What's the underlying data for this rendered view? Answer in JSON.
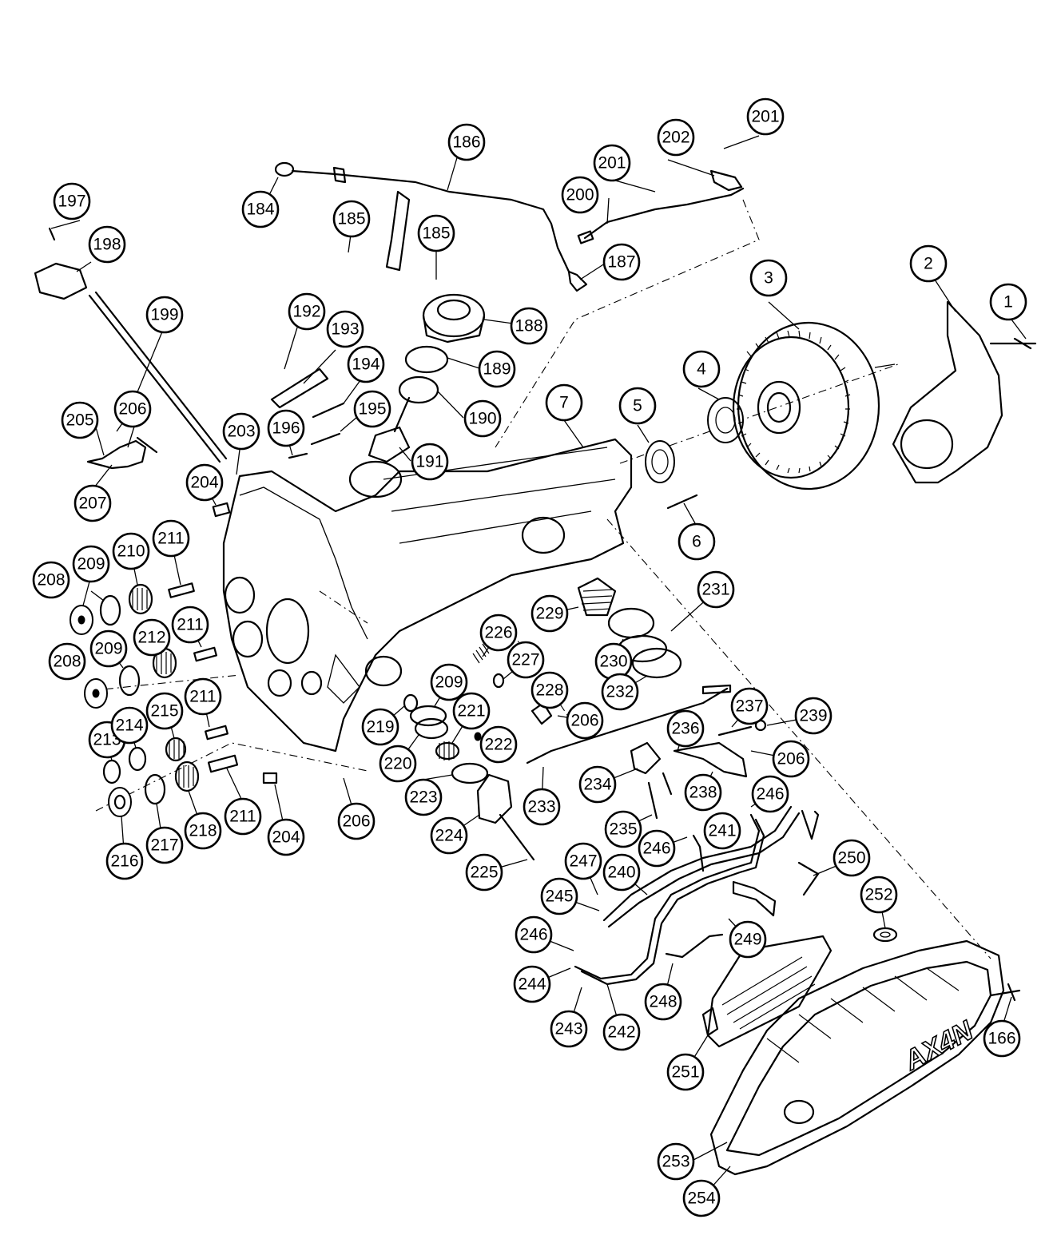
{
  "diagram": {
    "callouts": [
      {
        "id": "c1",
        "label": "1"
      },
      {
        "id": "c2",
        "label": "2"
      },
      {
        "id": "c3",
        "label": "3"
      },
      {
        "id": "c4",
        "label": "4"
      },
      {
        "id": "c5",
        "label": "5"
      },
      {
        "id": "c6",
        "label": "6"
      },
      {
        "id": "c7",
        "label": "7"
      },
      {
        "id": "c166",
        "label": "166"
      },
      {
        "id": "c184",
        "label": "184"
      },
      {
        "id": "c185a",
        "label": "185"
      },
      {
        "id": "c185b",
        "label": "185"
      },
      {
        "id": "c186",
        "label": "186"
      },
      {
        "id": "c187",
        "label": "187"
      },
      {
        "id": "c188",
        "label": "188"
      },
      {
        "id": "c189",
        "label": "189"
      },
      {
        "id": "c190",
        "label": "190"
      },
      {
        "id": "c191",
        "label": "191"
      },
      {
        "id": "c192",
        "label": "192"
      },
      {
        "id": "c193",
        "label": "193"
      },
      {
        "id": "c194",
        "label": "194"
      },
      {
        "id": "c195",
        "label": "195"
      },
      {
        "id": "c196",
        "label": "196"
      },
      {
        "id": "c197",
        "label": "197"
      },
      {
        "id": "c198",
        "label": "198"
      },
      {
        "id": "c199",
        "label": "199"
      },
      {
        "id": "c200",
        "label": "200"
      },
      {
        "id": "c201a",
        "label": "201"
      },
      {
        "id": "c201b",
        "label": "201"
      },
      {
        "id": "c202",
        "label": "202"
      },
      {
        "id": "c203",
        "label": "203"
      },
      {
        "id": "c204a",
        "label": "204"
      },
      {
        "id": "c204b",
        "label": "204"
      },
      {
        "id": "c205",
        "label": "205"
      },
      {
        "id": "c206a",
        "label": "206"
      },
      {
        "id": "c206b",
        "label": "206"
      },
      {
        "id": "c206c",
        "label": "206"
      },
      {
        "id": "c206d",
        "label": "206"
      },
      {
        "id": "c207",
        "label": "207"
      },
      {
        "id": "c208a",
        "label": "208"
      },
      {
        "id": "c208b",
        "label": "208"
      },
      {
        "id": "c209a",
        "label": "209"
      },
      {
        "id": "c209b",
        "label": "209"
      },
      {
        "id": "c209c",
        "label": "209"
      },
      {
        "id": "c210",
        "label": "210"
      },
      {
        "id": "c211a",
        "label": "211"
      },
      {
        "id": "c211b",
        "label": "211"
      },
      {
        "id": "c211c",
        "label": "211"
      },
      {
        "id": "c211d",
        "label": "211"
      },
      {
        "id": "c212",
        "label": "212"
      },
      {
        "id": "c213",
        "label": "213"
      },
      {
        "id": "c214",
        "label": "214"
      },
      {
        "id": "c215",
        "label": "215"
      },
      {
        "id": "c216",
        "label": "216"
      },
      {
        "id": "c217",
        "label": "217"
      },
      {
        "id": "c218",
        "label": "218"
      },
      {
        "id": "c219",
        "label": "219"
      },
      {
        "id": "c220",
        "label": "220"
      },
      {
        "id": "c221",
        "label": "221"
      },
      {
        "id": "c222",
        "label": "222"
      },
      {
        "id": "c223",
        "label": "223"
      },
      {
        "id": "c224",
        "label": "224"
      },
      {
        "id": "c225",
        "label": "225"
      },
      {
        "id": "c226",
        "label": "226"
      },
      {
        "id": "c227",
        "label": "227"
      },
      {
        "id": "c228",
        "label": "228"
      },
      {
        "id": "c229",
        "label": "229"
      },
      {
        "id": "c230",
        "label": "230"
      },
      {
        "id": "c231",
        "label": "231"
      },
      {
        "id": "c232",
        "label": "232"
      },
      {
        "id": "c233",
        "label": "233"
      },
      {
        "id": "c234",
        "label": "234"
      },
      {
        "id": "c235",
        "label": "235"
      },
      {
        "id": "c236",
        "label": "236"
      },
      {
        "id": "c237",
        "label": "237"
      },
      {
        "id": "c238",
        "label": "238"
      },
      {
        "id": "c239",
        "label": "239"
      },
      {
        "id": "c240",
        "label": "240"
      },
      {
        "id": "c241",
        "label": "241"
      },
      {
        "id": "c242",
        "label": "242"
      },
      {
        "id": "c243",
        "label": "243"
      },
      {
        "id": "c244",
        "label": "244"
      },
      {
        "id": "c245",
        "label": "245"
      },
      {
        "id": "c246a",
        "label": "246"
      },
      {
        "id": "c246b",
        "label": "246"
      },
      {
        "id": "c246c",
        "label": "246"
      },
      {
        "id": "c247",
        "label": "247"
      },
      {
        "id": "c248",
        "label": "248"
      },
      {
        "id": "c249",
        "label": "249"
      },
      {
        "id": "c250",
        "label": "250"
      },
      {
        "id": "c251",
        "label": "251"
      },
      {
        "id": "c252",
        "label": "252"
      },
      {
        "id": "c253",
        "label": "253"
      },
      {
        "id": "c254",
        "label": "254"
      }
    ],
    "pan_marking": "AX4N"
  }
}
